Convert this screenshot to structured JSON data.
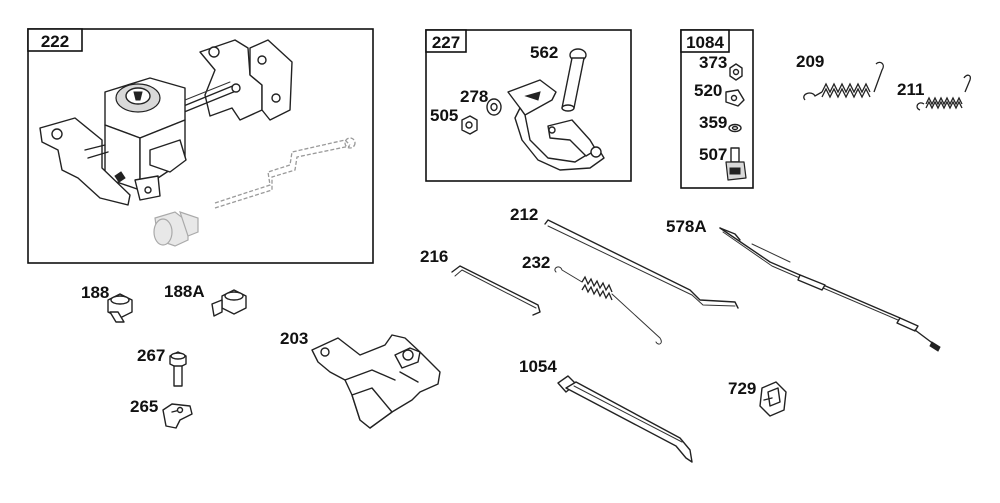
{
  "diagram": {
    "boxes": [
      {
        "id": "222",
        "label": "222"
      },
      {
        "id": "227",
        "label": "227"
      },
      {
        "id": "1084",
        "label": "1084"
      }
    ],
    "parts": [
      {
        "label": "562"
      },
      {
        "label": "278"
      },
      {
        "label": "505"
      },
      {
        "label": "373"
      },
      {
        "label": "520"
      },
      {
        "label": "359"
      },
      {
        "label": "507"
      },
      {
        "label": "209"
      },
      {
        "label": "211"
      },
      {
        "label": "212"
      },
      {
        "label": "578A"
      },
      {
        "label": "216"
      },
      {
        "label": "232"
      },
      {
        "label": "188"
      },
      {
        "label": "188A"
      },
      {
        "label": "267"
      },
      {
        "label": "265"
      },
      {
        "label": "203"
      },
      {
        "label": "1054"
      },
      {
        "label": "729"
      }
    ]
  }
}
